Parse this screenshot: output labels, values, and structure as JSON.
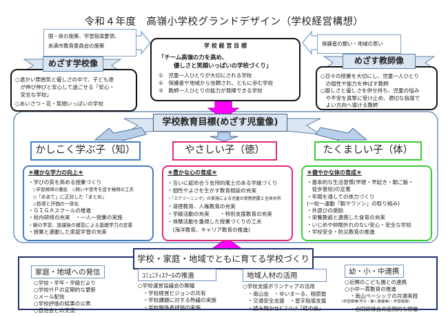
{
  "title": "令和４年度　高嶺小学校グランドデザイン（学校経営構想）",
  "inputs": {
    "left": [
      "国・県の施策、学習指導要領、",
      "糸満市教育委員会の施策"
    ],
    "right": "保護者の願い・地域の思い"
  },
  "management": {
    "heading": "学 校 経 営 目 標",
    "slogan": [
      "「チーム高嶺の力を高め、",
      "優しさと笑顔いっぱいの学校づくり」"
    ],
    "items": [
      "①　児童一人ひとりが大切にされる学校",
      "②　保護者や地域から信頼され、ともに歩む学校",
      "③　教師一人ひとりの能力が発揮できる学校"
    ]
  },
  "school_image": {
    "label": "めざす学校像",
    "items": [
      "○温かい雰囲気と優しさの中で、子ども達",
      "　が伸び伸びと安心して過ごせる「安心・",
      "　安全な学校」",
      "○あいさつ・花・笑顔いっぱいの学校"
    ]
  },
  "teacher_image": {
    "label": "めざす教師像",
    "items": [
      "○日々の授業を大切にし、児童一人ひとり",
      "　の個性や能力を伸ばす教師",
      "○厳しさと優しさを併せ持ち、児童の悩み",
      "　や不安を真摯に受け止め、適切な指導で",
      "　よい方向へ導ける教師"
    ]
  },
  "education_goal": "学校教育目標(めざす児童像)",
  "categories": [
    {
      "label": "かしこく学ぶ子（知）",
      "heading": "＊確かな学力の向上＊",
      "items": [
        "・学びの質を高める授業づくり",
        "　◇学習規律の徹底　◇問いや思考を促す発問の工夫",
        "　◇「めあて」に正対した「まとめ」",
        "　◇指導と評価の一体化",
        "・ＧＩＧＡスクールの推進",
        "・校内研修の充実　・一人一授業の実施",
        "・朝の学習、放課後の補習による基礎学力の定着",
        "・授業と連動した家庭学習の充実"
      ]
    },
    {
      "label": "やさしい子（徳）",
      "heading": "＊豊かな心の育成＊",
      "items": [
        "・互いに認め合う支持的風土のある学級づくり",
        "・個性やよさを生かす教育相談の充実",
        "・「スクリーニング」の実施による児童の実態把握と全体共有",
        "・道徳教育、人権教育の充実",
        "・学級活動の充実　　・特別支援教育の充実",
        "・体験活動を重視した授業づくりの工夫",
        "　(海洋教育、キャリア教育の推進)"
      ]
    },
    {
      "label": "たくましい子（体）",
      "heading": "＊健やかな体の育成＊",
      "items": [
        "・基本的な生活習慣(早寝・早起き・朝ご飯・",
        "　徒歩登校)の定着",
        "・年間を通しての体力づくり",
        "(一校一運動「朝マラソン」の取り組み)",
        "・外遊びの奨励",
        "・栄養教諭と連携した食育の充実",
        "・いじめや仲間外れのない安心・安全な学校",
        "・学校安全・防災教育の推進"
      ]
    }
  ],
  "community": {
    "title": "学校・家庭・地域でともに育てる学校づくり",
    "groups": [
      {
        "label": "家庭・地域への発信",
        "items": [
          "○学校・学年・学級だより",
          "○学校ＨＰの定期的な更新",
          "○メール配信",
          "○学校評価の結果の公表",
          "○自治会との交流"
        ]
      },
      {
        "label": "ｺﾐｭﾆﾃｨｽｸｰﾙの推進",
        "items": [
          "○学校運営協議会の開催",
          "　・学校経営ビジョンの共有",
          "　・学校課題に対する熟議の実施",
          "　・学校関係者評価の実施"
        ]
      },
      {
        "label": "地域人材の活用",
        "items": [
          "○学校支援ボランティアの活用",
          "　・南山会　・ゆいまーる、桃原塾",
          "　・交通安全支援　・習字指導支援",
          "　・読み聞かせﾎﾞﾗﾝﾃｨｱ「結の会」"
        ]
      },
      {
        "label": "幼・小・中連携",
        "items": [
          "○近隣のこども園との連携",
          "○小中一貫教育の推進",
          "　・南山ベーシックの共通実践",
          "(学習規律(号令・聴く態度等)・学習環境)",
          "　・合同研修会の定期的な開催"
        ]
      }
    ]
  },
  "colors": {
    "blue": "#3f7fc0",
    "pink": "#e0287a",
    "green": "#33cc33",
    "magenta": "#ff00ff",
    "navy": "#1f2f6e",
    "arrow": "#b8d0ea"
  }
}
